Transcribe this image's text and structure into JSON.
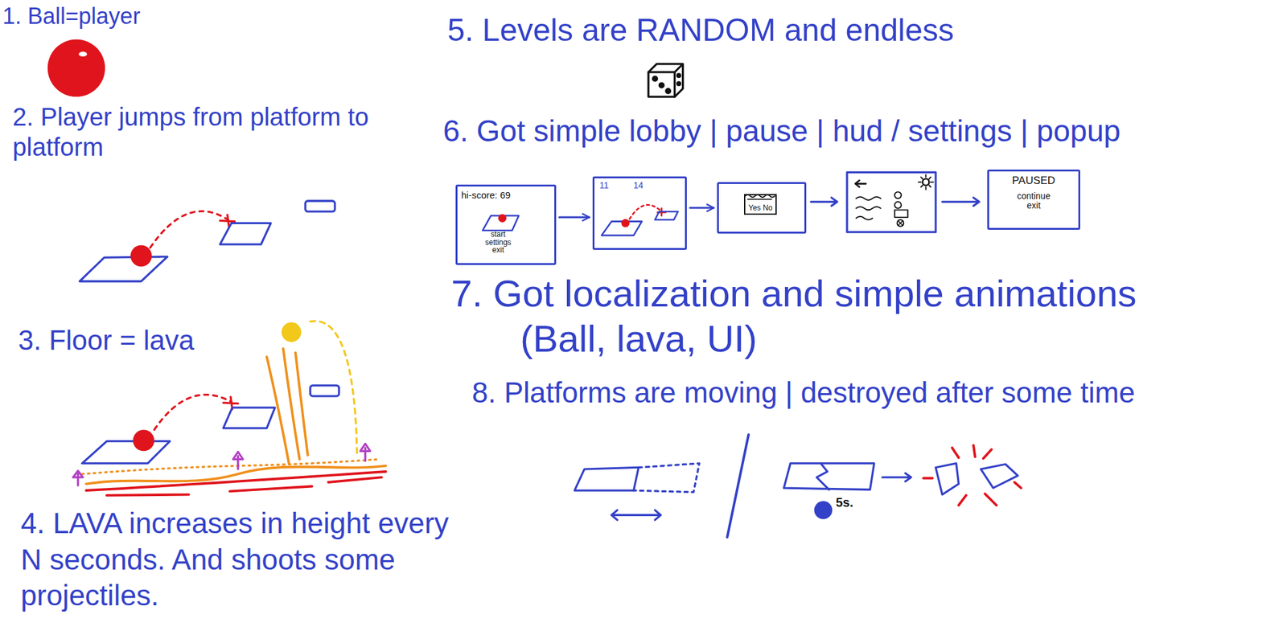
{
  "diagram": {
    "nodes": [
      {
        "text": [
          "hi-score: 69",
          "start settings exit"
        ]
      },
      {
        "text": [
          "11",
          "14"
        ]
      },
      {
        "text": [
          "Yes No"
        ]
      },
      {
        "text": [
          "PAUSED",
          "continue exit"
        ]
      }
    ],
    "edges": [
      {
        "from": 0,
        "to": 1,
        "arrow": "to"
      },
      {
        "from": 1,
        "to": 2,
        "arrow": "to"
      }
    ],
    "labels": [
      "1. Ball=player",
      "2. Player jumps from platform to platform",
      "3. Floor = lava",
      "4. LAVA increases in height every N seconds. And shoots some projectiles.",
      "5. Levels are RANDOM and endless",
      "6. Got simple lobby | pause | hud / settings | popup",
      "7. Got localization and simple animations (Ball, lava, UI)",
      "8. Platforms are moving | destroyed after some time",
      "5s."
    ]
  }
}
